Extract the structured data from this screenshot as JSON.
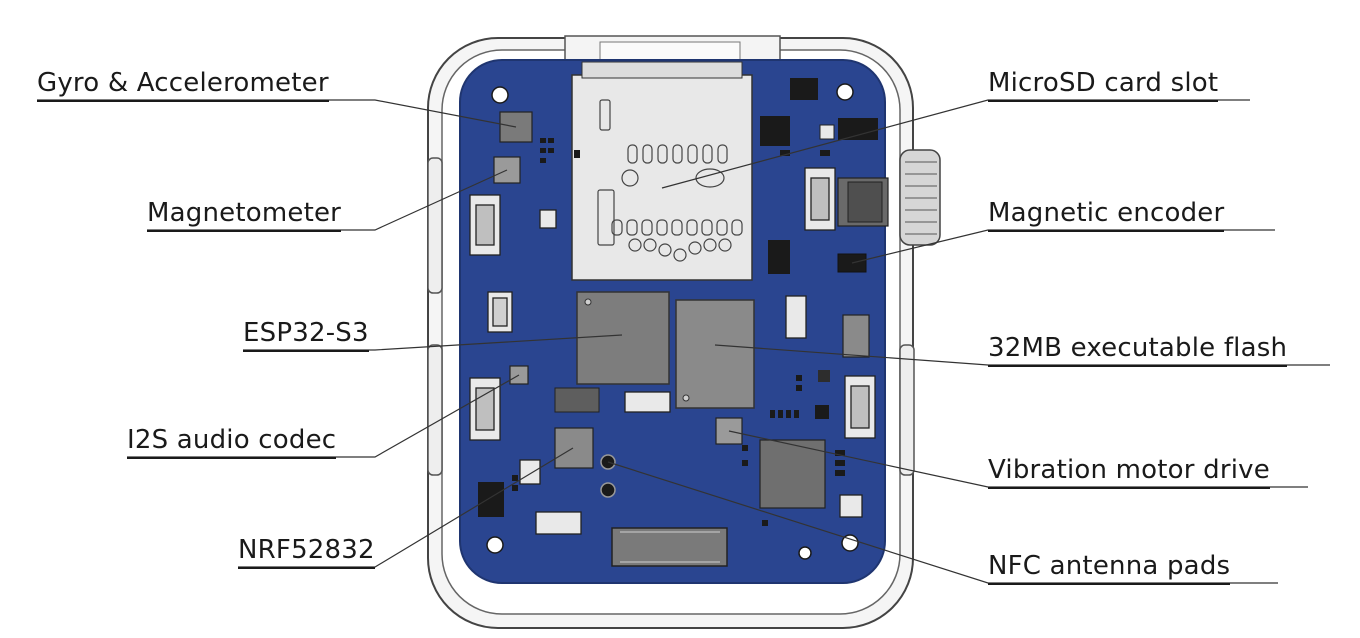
{
  "labels": {
    "gyro": "Gyro & Accelerometer",
    "magnetometer": "Magnetometer",
    "esp32": "ESP32-S3",
    "i2s": "I2S audio codec",
    "nrf": "NRF52832",
    "microsd": "MicroSD card slot",
    "encoder": "Magnetic encoder",
    "flash": "32MB executable flash",
    "vibration": "Vibration motor drive",
    "nfc": "NFC antenna pads"
  },
  "colors": {
    "board": "#2a4590",
    "board_edge": "#1f3570",
    "case": "#f4f4f4",
    "chip": "#7d7d7d",
    "chip_dark": "#5e5e5e",
    "slot": "#e8e8e8",
    "leader": "#333333"
  }
}
